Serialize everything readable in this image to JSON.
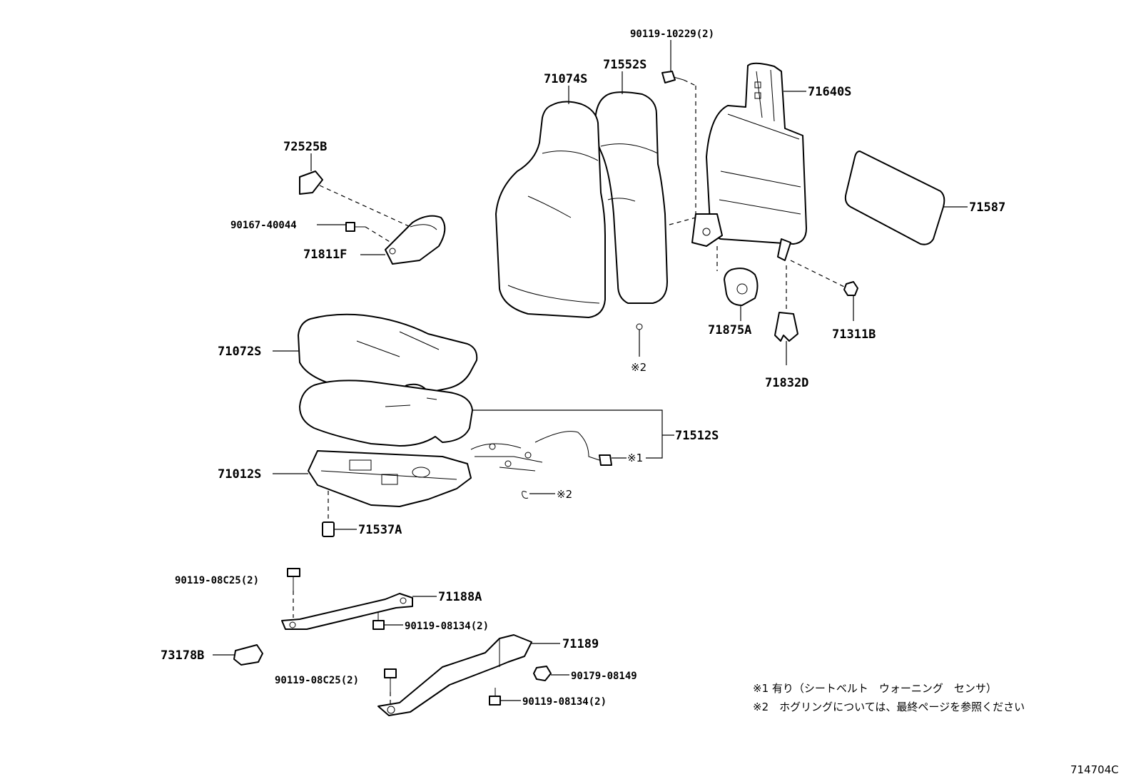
{
  "labels": {
    "p_90119_10229": "90119-10229(2)",
    "p_71552S": "71552S",
    "p_71074S": "71074S",
    "p_71640S": "71640S",
    "p_72525B": "72525B",
    "p_71587": "71587",
    "p_90167_40044": "90167-40044",
    "p_71811F": "71811F",
    "p_71875A": "71875A",
    "p_71311B": "71311B",
    "p_ring_upper": "※2",
    "p_71072S": "71072S",
    "p_71832D": "71832D",
    "p_71512S": "71512S",
    "p_sensor_note": "※1",
    "p_71012S": "71012S",
    "p_ring_lower": "※2",
    "p_71537A": "71537A",
    "p_90119_08C25_a": "90119-08C25(2)",
    "p_71188A": "71188A",
    "p_90119_08134_a": "90119-08134(2)",
    "p_71189": "71189",
    "p_73178B": "73178B",
    "p_90179_08149": "90179-08149",
    "p_90119_08C25_b": "90119-08C25(2)",
    "p_90119_08134_b": "90119-08134(2)"
  },
  "notes": {
    "note1": "※1 有り（シートベルト　ウォーニング　センサ）",
    "note2": "※2　ホグリングについては、最終ページを参照ください"
  },
  "diagram_code": "714704C"
}
